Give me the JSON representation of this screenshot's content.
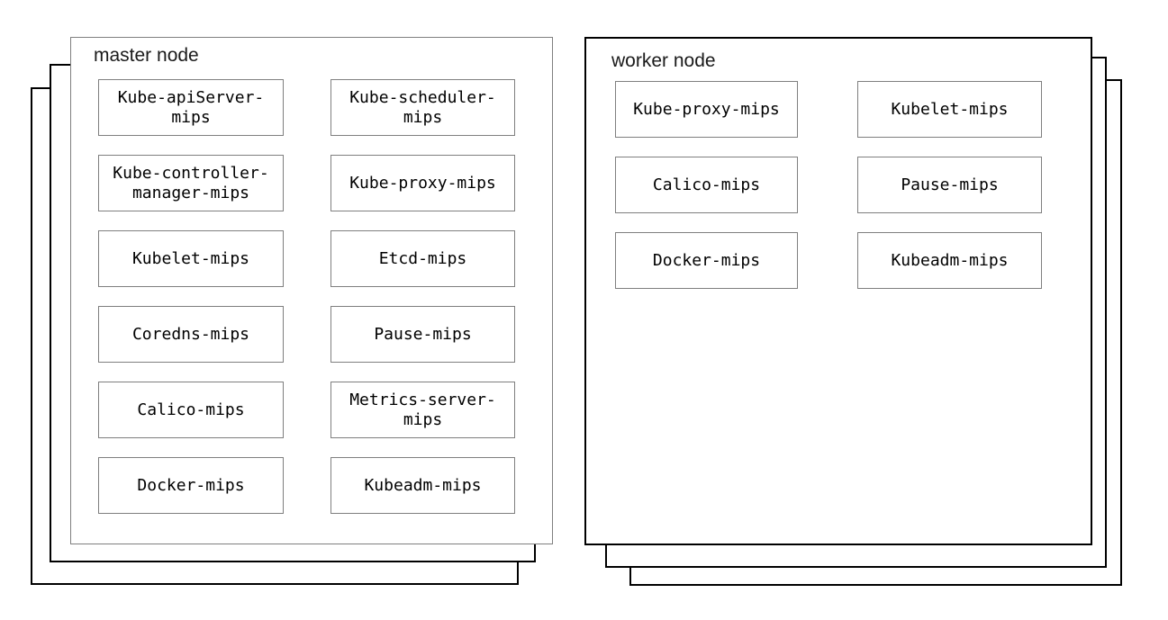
{
  "diagram": {
    "stack_count_per_node": 3,
    "nodes": [
      {
        "title": "master node",
        "components": [
          "Kube-apiServer-\nmips",
          "Kube-scheduler-\nmips",
          "Kube-controller-\nmanager-mips",
          "Kube-proxy-mips",
          "Kubelet-mips",
          "Etcd-mips",
          "Coredns-mips",
          "Pause-mips",
          "Calico-mips",
          "Metrics-server-\nmips",
          "Docker-mips",
          "Kubeadm-mips"
        ]
      },
      {
        "title": "worker node",
        "components": [
          "Kube-proxy-mips",
          "Kubelet-mips",
          "Calico-mips",
          "Pause-mips",
          "Docker-mips",
          "Kubeadm-mips"
        ]
      }
    ]
  },
  "colors": {
    "background": "#ffffff",
    "layer_border": "#000000",
    "muted_border": "#7f7f7f",
    "text": "#000000"
  }
}
